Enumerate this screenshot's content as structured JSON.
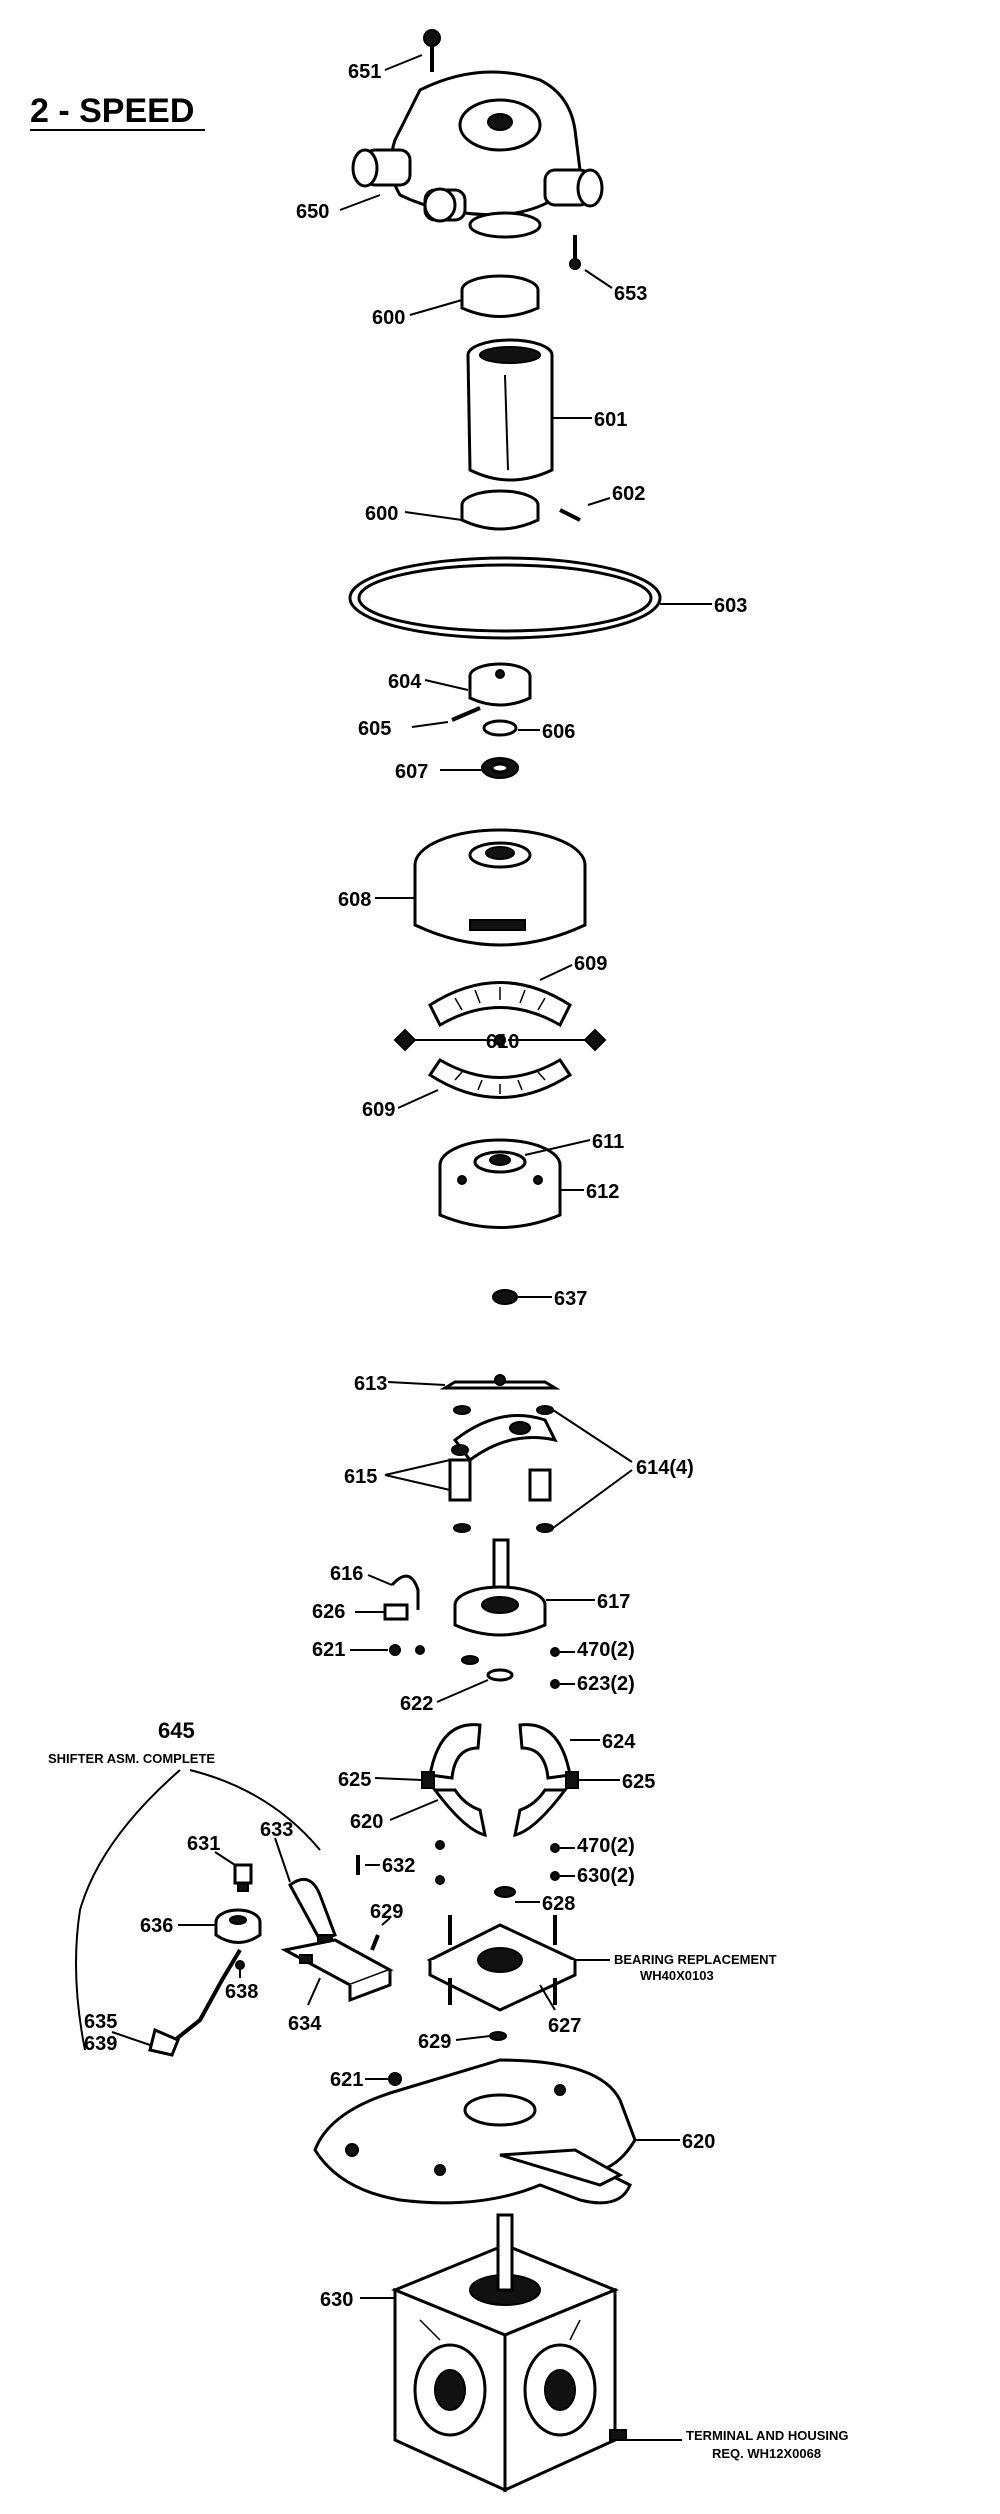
{
  "title": "2 - SPEED",
  "callouts": {
    "c651": "651",
    "c650": "650",
    "c653": "653",
    "c600a": "600",
    "c601": "601",
    "c600b": "600",
    "c602": "602",
    "c603": "603",
    "c604": "604",
    "c605": "605",
    "c606": "606",
    "c607": "607",
    "c608": "608",
    "c609a": "609",
    "c610": "610",
    "c609b": "609",
    "c611": "611",
    "c612": "612",
    "c637": "637",
    "c613": "613",
    "c614": "614(4)",
    "c615": "615",
    "c616": "616",
    "c617": "617",
    "c626": "626",
    "c621a": "621",
    "c470a": "470(2)",
    "c623a": "623(2)",
    "c622": "622",
    "c624": "624",
    "c625a": "625",
    "c625b": "625",
    "c620": "620",
    "c470b": "470(2)",
    "c632": "632",
    "c630b": "630(2)",
    "c628": "628",
    "c633": "633",
    "c631": "631",
    "c636": "636",
    "c638": "638",
    "c629a": "629",
    "c635": "635",
    "c639": "639",
    "c634": "634",
    "c629b": "629",
    "c627": "627",
    "c621b": "621",
    "c620b": "620",
    "c630": "630"
  },
  "shifter": {
    "number": "645",
    "label": "SHIFTER ASM. COMPLETE"
  },
  "notes": {
    "bearing_line1": "BEARING REPLACEMENT",
    "bearing_line2": "WH40X0103",
    "terminal_line1": "TERMINAL AND HOUSING",
    "terminal_line2": "REQ. WH12X0068"
  }
}
